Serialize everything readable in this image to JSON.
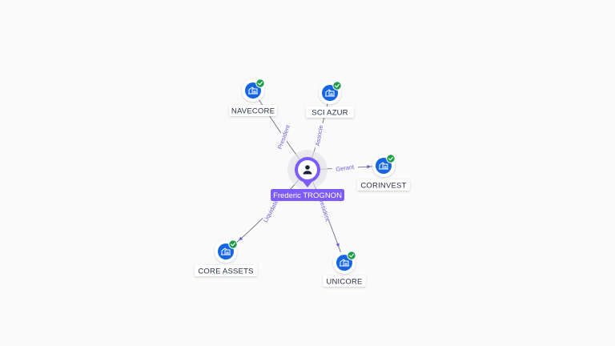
{
  "center": {
    "name": "Frederic TROGNON",
    "icon": "person-icon",
    "color": "#7c5cf5"
  },
  "companies": [
    {
      "id": "navecore",
      "name": "NAVECORE",
      "relation": "President",
      "verified": true
    },
    {
      "id": "sci-azur",
      "name": "SCI AZUR",
      "relation": "Associe",
      "verified": true
    },
    {
      "id": "corinvest",
      "name": "CORINVEST",
      "relation": "Gerant",
      "verified": true
    },
    {
      "id": "unicore",
      "name": "UNICORE",
      "relation": "President",
      "verified": true
    },
    {
      "id": "core-assets",
      "name": "CORE ASSETS",
      "relation": "Liquidateur",
      "verified": true
    }
  ],
  "colors": {
    "company_icon": "#1565e0",
    "verified_badge": "#1e9e4a",
    "edge": "#5a5f72",
    "edge_label": "#6b5fd8"
  },
  "icons": {
    "company": "building-icon",
    "verified": "check-badge-icon"
  }
}
